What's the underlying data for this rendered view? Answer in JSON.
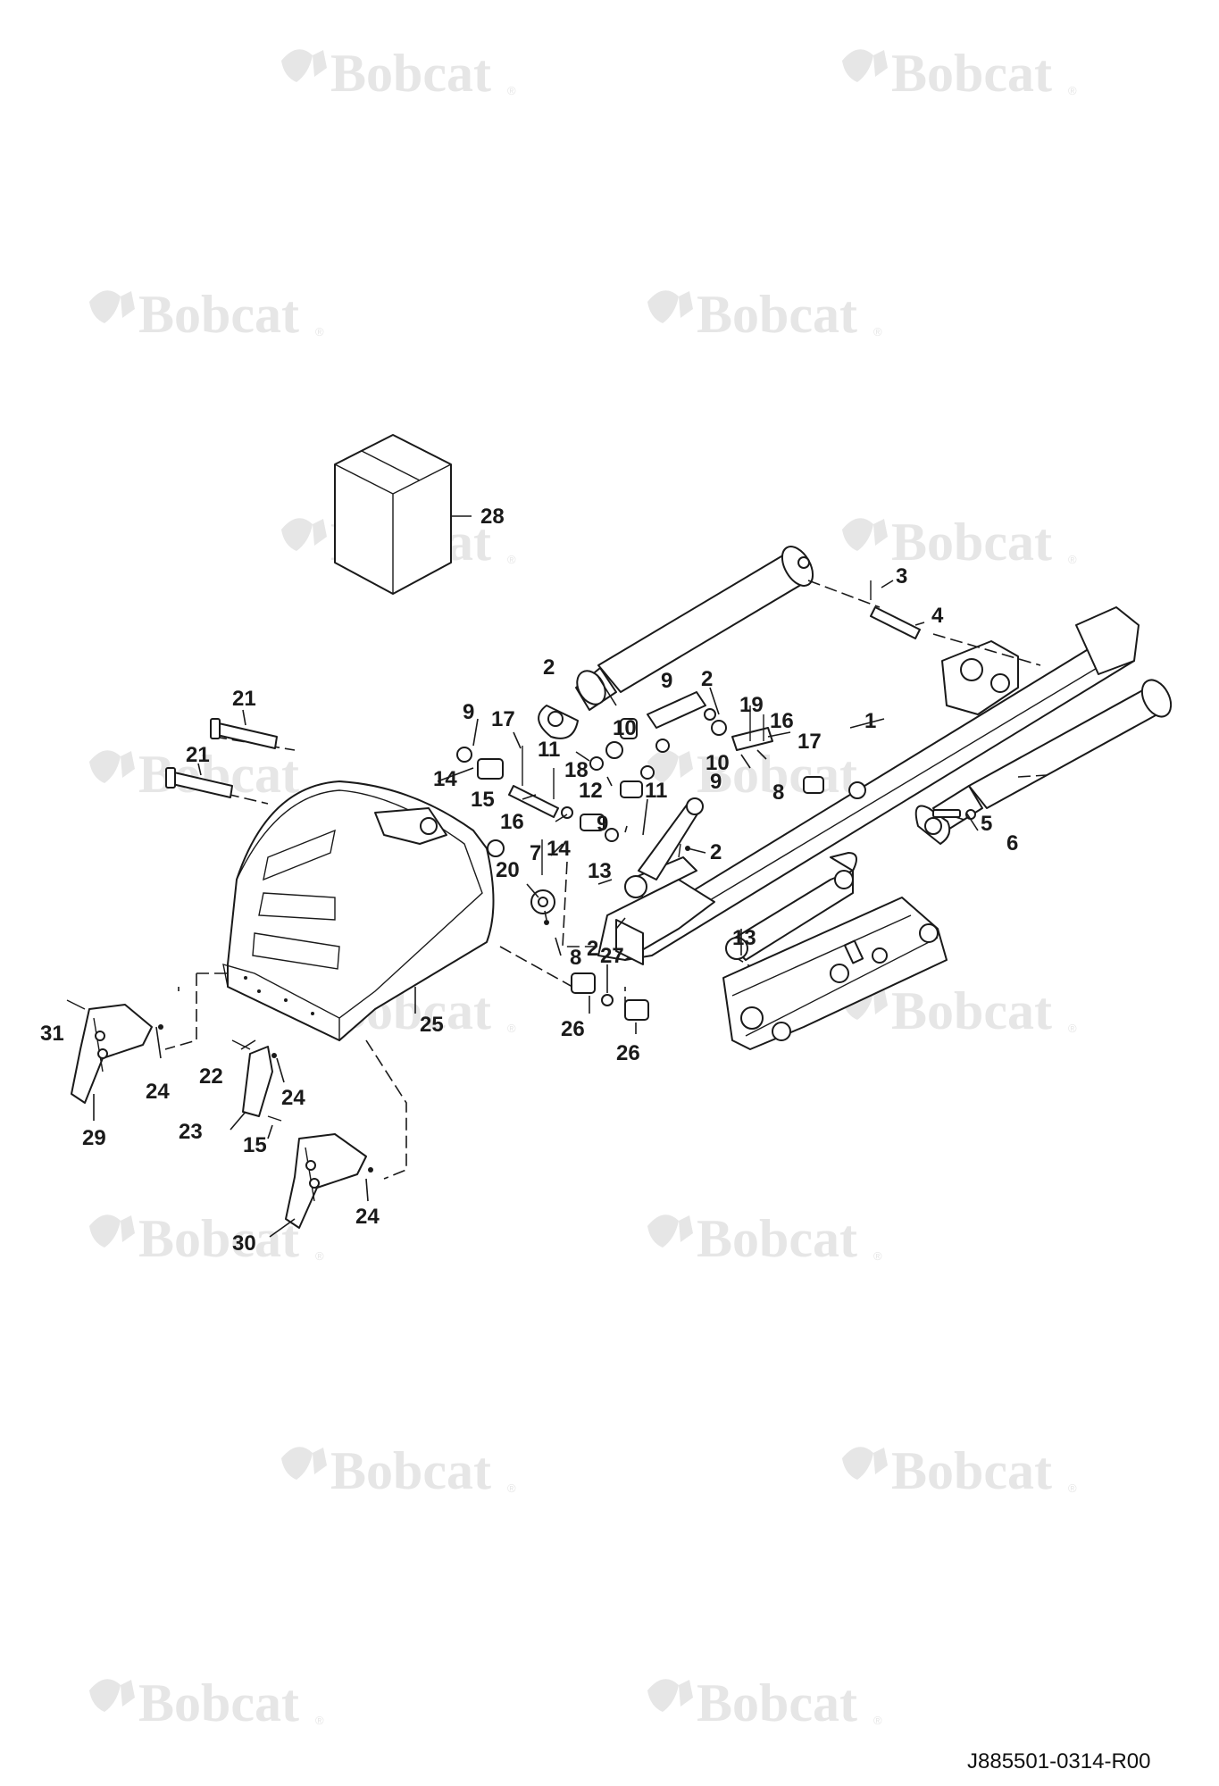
{
  "watermark": {
    "brand": "Bobcat",
    "registered": "®"
  },
  "doc_number": "J885501-0314-R00",
  "callouts": {
    "c1": "1",
    "c2a": "2",
    "c2b": "2",
    "c2c": "2",
    "c2d": "2",
    "c3": "3",
    "c4": "4",
    "c5": "5",
    "c6": "6",
    "c7": "7",
    "c8a": "8",
    "c8b": "8",
    "c9a": "9",
    "c9b": "9",
    "c9c": "9",
    "c9d": "9",
    "c10a": "10",
    "c10b": "10",
    "c11a": "11",
    "c11b": "11",
    "c12": "12",
    "c13a": "13",
    "c13b": "13",
    "c14a": "14",
    "c14b": "14",
    "c15a": "15",
    "c15b": "15",
    "c16a": "16",
    "c16b": "16",
    "c17a": "17",
    "c17b": "17",
    "c18": "18",
    "c19": "19",
    "c20": "20",
    "c21a": "21",
    "c21b": "21",
    "c22": "22",
    "c23": "23",
    "c24a": "24",
    "c24b": "24",
    "c24c": "24",
    "c25": "25",
    "c26a": "26",
    "c26b": "26",
    "c27": "27",
    "c28": "28",
    "c29": "29",
    "c30": "30",
    "c31": "31"
  }
}
